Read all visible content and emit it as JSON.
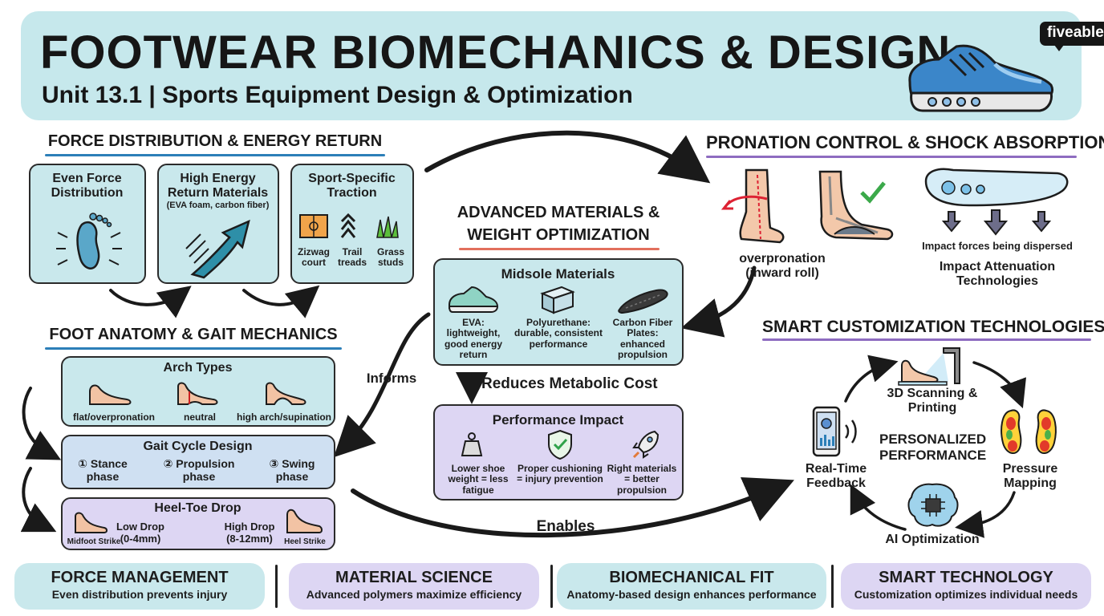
{
  "header": {
    "title": "FOOTWEAR BIOMECHANICS & DESIGN",
    "subtitle": "Unit 13.1 | Sports Equipment Design & Optimization",
    "brand": "fiveable"
  },
  "force": {
    "title": "FORCE DISTRIBUTION & ENERGY RETURN",
    "cards": [
      {
        "title": "Even Force Distribution"
      },
      {
        "title": "High Energy Return Materials",
        "note": "(EVA foam, carbon fiber)"
      },
      {
        "title": "Sport-Specific Traction",
        "items": [
          "Zizwag court",
          "Trail treads",
          "Grass studs"
        ]
      }
    ]
  },
  "anatomy": {
    "title": "FOOT ANATOMY & GAIT MECHANICS",
    "arch": {
      "title": "Arch Types",
      "items": [
        "flat/overpronation",
        "neutral",
        "high arch/supination"
      ]
    },
    "gait": {
      "title": "Gait Cycle Design",
      "steps": [
        "① Stance phase",
        "② Propulsion phase",
        "③ Swing phase"
      ]
    },
    "drop": {
      "title": "Heel-Toe Drop",
      "low": "Low Drop (0-4mm)",
      "high": "High Drop (8-12mm)",
      "left_caption": "Midfoot Strike",
      "right_caption": "Heel Strike"
    }
  },
  "materials": {
    "title_line1": "ADVANCED MATERIALS &",
    "title_line2": "WEIGHT OPTIMIZATION",
    "midsole": {
      "title": "Midsole Materials",
      "items": [
        "EVA: lightweight, good energy return",
        "Polyurethane: durable, consistent performance",
        "Carbon Fiber Plates: enhanced propulsion"
      ]
    },
    "reduces": "Reduces Metabolic Cost",
    "impact": {
      "title": "Performance Impact",
      "items": [
        "Lower shoe weight = less fatigue",
        "Proper cushioning = injury prevention",
        "Right materials = better propulsion"
      ]
    }
  },
  "pronation": {
    "title": "PRONATION CONTROL & SHOCK ABSORPTION",
    "overpronation": "overpronation (inward roll)",
    "impact_forces": "Impact forces being dispersed",
    "attenuation": "Impact Attenuation Technologies"
  },
  "smart": {
    "title": "SMART CUSTOMIZATION TECHNOLOGIES",
    "center": "PERSONALIZED PERFORMANCE",
    "scanning": "3D Scanning & Printing",
    "pressure": "Pressure Mapping",
    "ai": "AI Optimization",
    "feedback": "Real-Time Feedback"
  },
  "connectors": {
    "informs": "Informs",
    "enables": "Enables"
  },
  "bottom": [
    {
      "title": "FORCE MANAGEMENT",
      "desc": "Even distribution prevents injury"
    },
    {
      "title": "MATERIAL SCIENCE",
      "desc": "Advanced polymers maximize efficiency"
    },
    {
      "title": "BIOMECHANICAL FIT",
      "desc": "Anatomy-based design enhances performance"
    },
    {
      "title": "SMART TECHNOLOGY",
      "desc": "Customization optimizes individual needs"
    }
  ],
  "colors": {
    "teal": "#c9e8ec",
    "purple": "#ddd6f3",
    "blue": "#cfe0f2",
    "accent_blue": "#2c7fb8",
    "underline_purple": "#8e6cc0",
    "underline_red": "#e26f5c"
  }
}
